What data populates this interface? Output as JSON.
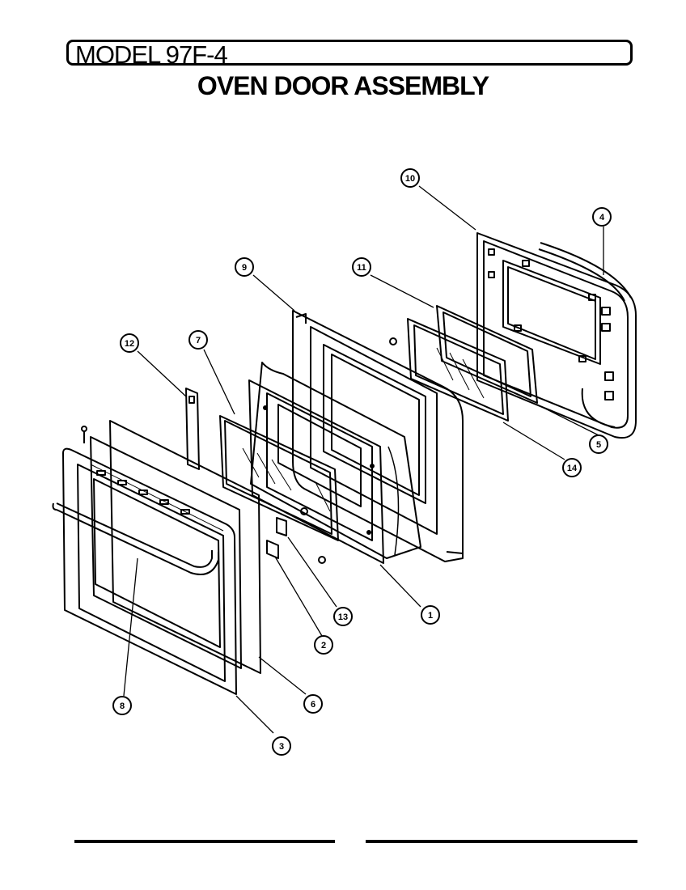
{
  "header": {
    "model": "MODEL 97F-4",
    "title": "OVEN DOOR ASSEMBLY"
  },
  "diagram": {
    "callouts": [
      {
        "id": "c10",
        "label": "10"
      },
      {
        "id": "c4",
        "label": "4"
      },
      {
        "id": "c9",
        "label": "9"
      },
      {
        "id": "c11",
        "label": "11"
      },
      {
        "id": "c12",
        "label": "12"
      },
      {
        "id": "c7",
        "label": "7"
      },
      {
        "id": "c5",
        "label": "5"
      },
      {
        "id": "c14",
        "label": "14"
      },
      {
        "id": "c1",
        "label": "1"
      },
      {
        "id": "c13",
        "label": "13"
      },
      {
        "id": "c2",
        "label": "2"
      },
      {
        "id": "c6",
        "label": "6"
      },
      {
        "id": "c8",
        "label": "8"
      },
      {
        "id": "c3",
        "label": "3"
      }
    ]
  },
  "colors": {
    "ink": "#000000",
    "paper": "#ffffff"
  }
}
